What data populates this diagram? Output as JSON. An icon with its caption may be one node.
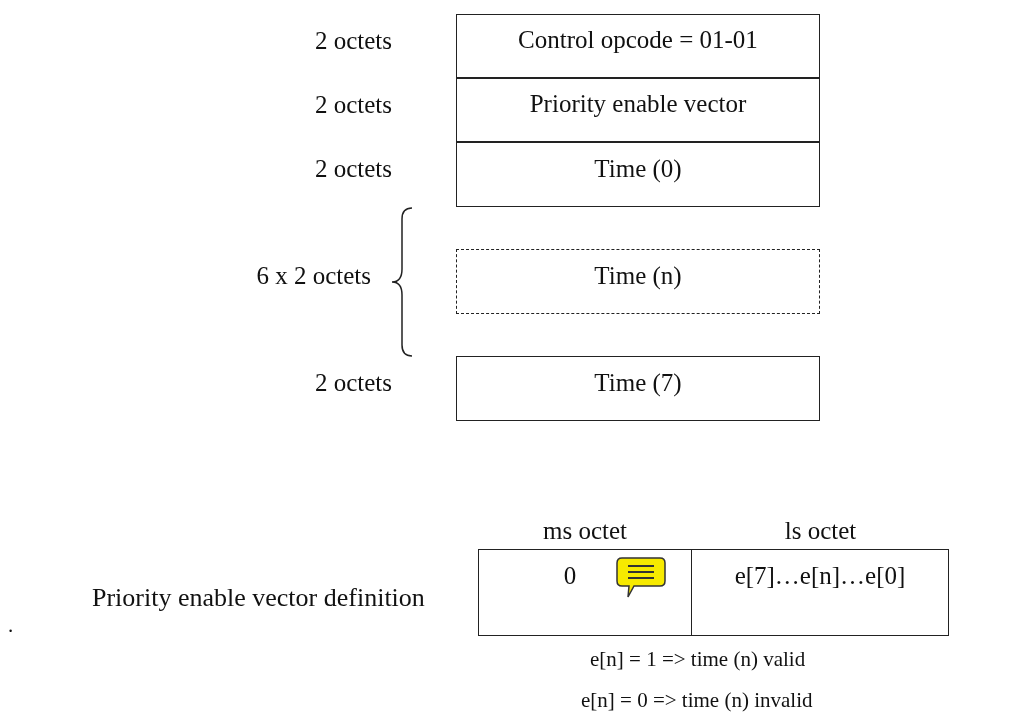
{
  "diagram": {
    "nodes": [
      {
        "text": [
          "Control opcode = 01-01"
        ],
        "beside": [
          "2 octets"
        ]
      },
      {
        "text": [
          "Priority enable vector"
        ],
        "beside": [
          "2 octets"
        ]
      },
      {
        "text": [
          "Time (0)"
        ],
        "beside": [
          "2 octets"
        ]
      },
      {
        "text": [
          "Time (n)"
        ],
        "beside": [
          "6 x 2 octets"
        ]
      },
      {
        "text": [
          "Time (7)"
        ],
        "beside": [
          "2 octets"
        ]
      },
      {
        "text": [
          "ms octet",
          "0"
        ]
      },
      {
        "text": [
          "ls octet",
          "e[7]…e[n]…e[0]"
        ]
      }
    ],
    "labels": [
      "Priority enable vector definition",
      "e[n] = 1 => time (n) valid",
      "e[n] = 0 => time (n) invalid",
      "."
    ]
  }
}
